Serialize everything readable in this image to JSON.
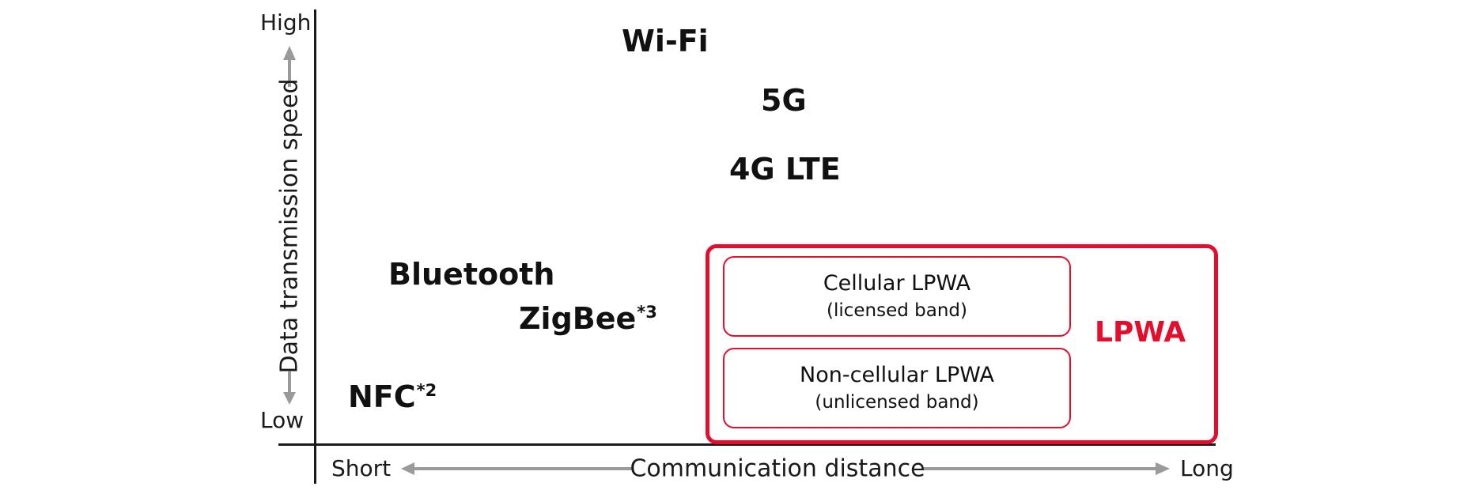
{
  "axes": {
    "y_title": "Data transmission speed",
    "y_high": "High",
    "y_low": "Low",
    "x_title": "Communication distance",
    "x_short": "Short",
    "x_long": "Long"
  },
  "technologies": {
    "wifi": "Wi-Fi",
    "g5": "5G",
    "lte": "4G LTE",
    "bluetooth": "Bluetooth",
    "zigbee": "ZigBee",
    "zigbee_note": "*3",
    "nfc": "NFC",
    "nfc_note": "*2"
  },
  "lpwa": {
    "label": "LPWA",
    "cellular_title": "Cellular LPWA",
    "cellular_band": "(licensed band)",
    "noncellular_title": "Non-cellular LPWA",
    "noncellular_band": "(unlicensed band)"
  },
  "colors": {
    "accent": "#e60c2b",
    "text": "#111111",
    "arrow": "#9a9a9a"
  }
}
